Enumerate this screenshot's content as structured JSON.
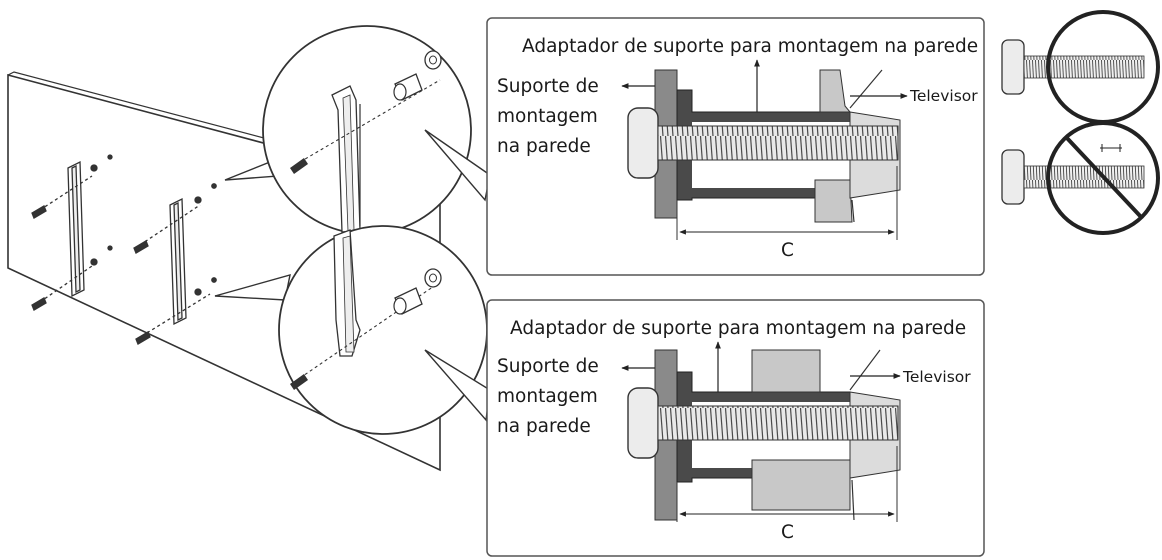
{
  "panels": [
    {
      "adapter_label": "Adaptador de suporte para montagem na parede",
      "bracket_label_lines": [
        "Suporte de",
        "montagem",
        "na parede"
      ],
      "tv_label": "Televisor",
      "dimension_label": "C"
    },
    {
      "adapter_label": "Adaptador de suporte para montagem na parede",
      "bracket_label_lines": [
        "Suporte de",
        "montagem",
        "na parede"
      ],
      "tv_label": "Televisor",
      "dimension_label": "C"
    }
  ],
  "colors": {
    "line": "#333333",
    "wall_bracket": "#8a8a8a",
    "adapter": "#4a4a4a",
    "tv_part": "#c8c8c8",
    "screw_head": "#dcdcdc"
  },
  "icons": [
    "correct-screw-icon",
    "incorrect-screw-icon"
  ]
}
